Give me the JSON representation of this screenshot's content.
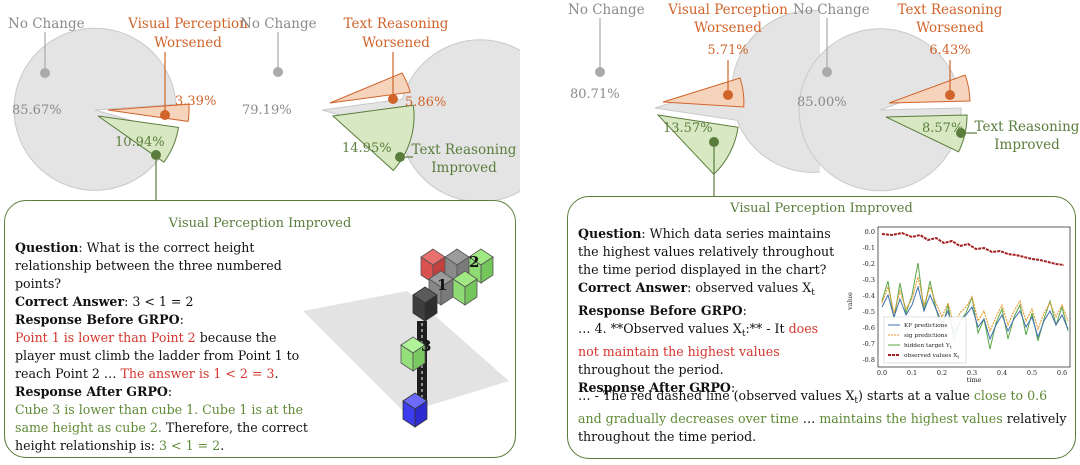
{
  "colors": {
    "gray_slice": "#e4e4e4",
    "orange_slice": "#f6d3bb",
    "green_slice": "#d7e8c3",
    "orange_text": "#d0642b",
    "green_text": "#5a7d3c",
    "red_text": "#d5362d"
  },
  "chart_data": [
    {
      "type": "pie",
      "labels": [
        "No Change",
        "Visual Perception Worsened",
        "Visual Perception Improved"
      ],
      "values": [
        85.67,
        3.39,
        10.94
      ],
      "value_labels": [
        "85.67%",
        "3.39%",
        "10.94%"
      ]
    },
    {
      "type": "pie",
      "labels": [
        "No Change",
        "Text Reasoning Worsened",
        "Text Reasoning Improved"
      ],
      "values": [
        79.19,
        5.86,
        14.95
      ],
      "value_labels": [
        "79.19%",
        "5.86%",
        "14.95%"
      ]
    },
    {
      "type": "pie",
      "labels": [
        "No Change",
        "Visual Perception Worsened",
        "Visual Perception Improved"
      ],
      "values": [
        80.71,
        5.71,
        13.57
      ],
      "value_labels": [
        "80.71%",
        "5.71%",
        "13.57%"
      ]
    },
    {
      "type": "pie",
      "labels": [
        "No Change",
        "Text Reasoning Worsened",
        "Text Reasoning Improved"
      ],
      "values": [
        85.0,
        6.43,
        8.57
      ],
      "value_labels": [
        "85.00%",
        "6.43%",
        "8.57%"
      ]
    }
  ],
  "pie_labels": {
    "no_change": "No Change",
    "vp_worsened_1": "Visual Perception",
    "vp_worsened_2": "Worsened",
    "tr_worsened_1": "Text Reasoning",
    "tr_worsened_2": "Worsened",
    "tr_improved_1": "Text Reasoning",
    "tr_improved_2": "Improved"
  },
  "left_panel": {
    "title": "Visual Perception Improved",
    "question_label": "Question",
    "question": ": What is the correct height relationship between the three numbered points?",
    "answer_label": "Correct Answer",
    "answer": ": 3 < 1 = 2",
    "before_label": "Response Before GRPO",
    "before_colon": ":",
    "before_red1": "Point 1 is lower than Point 2",
    "before_mid": " because the player must climb the ladder from Point 1 to reach Point 2 … ",
    "before_red2": "The answer is 1 < 2 = 3",
    "before_end": ".",
    "after_label": "Response After GRPO",
    "after_colon": ":",
    "after_green1": "Cube 3 is lower than cube 1. Cube 1 is at the same height as cube 2.",
    "after_mid": " Therefore, the correct height relationship is: ",
    "after_green2": "3 < 1 = 2",
    "after_end": ".",
    "cube_labels": [
      "1",
      "2",
      "3"
    ]
  },
  "right_panel": {
    "title": "Visual Perception Improved",
    "question_label": "Question",
    "question": ": Which data series maintains the highest values relatively throughout the time period displayed in the chart?",
    "answer_label": "Correct Answer",
    "answer": ": observed values X",
    "answer_sub": "t",
    "before_label": "Response Before GRPO",
    "before_colon": ":",
    "before_a": "… 4. **Observed values X",
    "before_sub": "t",
    "before_b": ":** - It ",
    "before_red": "does not maintain the highest values",
    "before_c": " throughout the period.",
    "after_label": "Response After GRPO",
    "after_colon": ":",
    "after_a": "… - The red dashed line (observed values X",
    "after_sub": "t",
    "after_b": ") starts at a value ",
    "after_green1": "close to 0.6 and gradually decreases over time",
    "after_c": " …  ",
    "after_green2": "maintains the highest values",
    "after_d": " relatively throughout the time period."
  },
  "inset_chart": {
    "type": "line",
    "ylabel": "value",
    "xlabel": "time",
    "x_ticks": [
      "0.0",
      "0.1",
      "0.2",
      "0.3",
      "0.4",
      "0.5",
      "0.6"
    ],
    "y_ticks": [
      "0.0",
      "-0.1",
      "-0.2",
      "-0.3",
      "-0.4",
      "-0.5",
      "-0.6",
      "-0.7",
      "-0.8"
    ],
    "legend": [
      "KF predictions",
      "sig predictions",
      "hidden target Y",
      "observed values X"
    ],
    "legend_subs": [
      "",
      "",
      "t",
      "t"
    ]
  }
}
